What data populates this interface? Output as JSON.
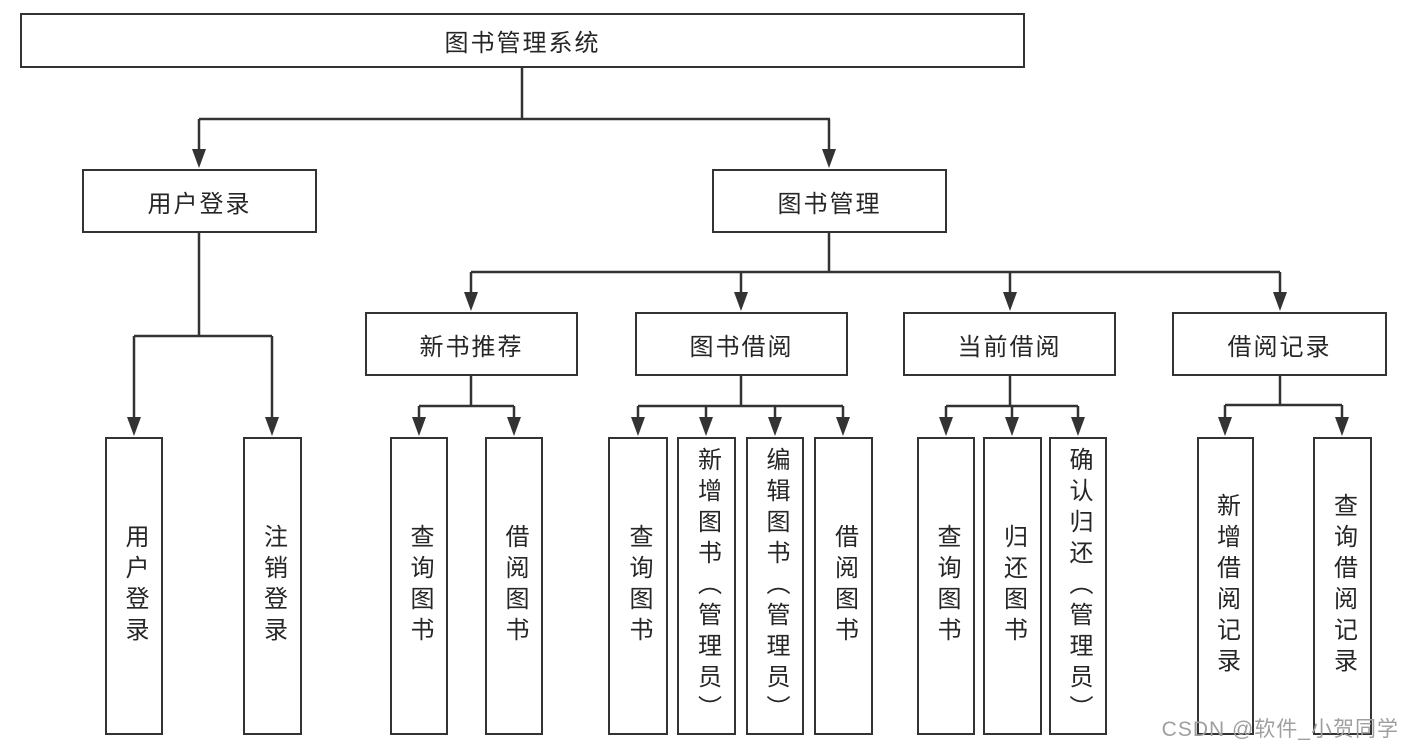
{
  "tree": {
    "root": {
      "label": "图书管理系统"
    },
    "branches": [
      {
        "label": "用户登录",
        "children": [
          {
            "label": "用户登录"
          },
          {
            "label": "注销登录"
          }
        ]
      },
      {
        "label": "图书管理",
        "children": [
          {
            "label": "新书推荐",
            "children": [
              {
                "label": "查询图书"
              },
              {
                "label": "借阅图书"
              }
            ]
          },
          {
            "label": "图书借阅",
            "children": [
              {
                "label": "查询图书"
              },
              {
                "label": "新增图书（管理员）"
              },
              {
                "label": "编辑图书（管理员）"
              },
              {
                "label": "借阅图书"
              }
            ]
          },
          {
            "label": "当前借阅",
            "children": [
              {
                "label": "查询图书"
              },
              {
                "label": "归还图书"
              },
              {
                "label": "确认归还（管理员）"
              }
            ]
          },
          {
            "label": "借阅记录",
            "children": [
              {
                "label": "新增借阅记录"
              },
              {
                "label": "查询借阅记录"
              }
            ]
          }
        ]
      }
    ]
  },
  "watermark": {
    "text": "CSDN @软件_小贺同学"
  },
  "colors": {
    "line": "#333333",
    "text": "#262626",
    "box_bg": "#ffffff",
    "watermark": "#9f9f9f"
  }
}
